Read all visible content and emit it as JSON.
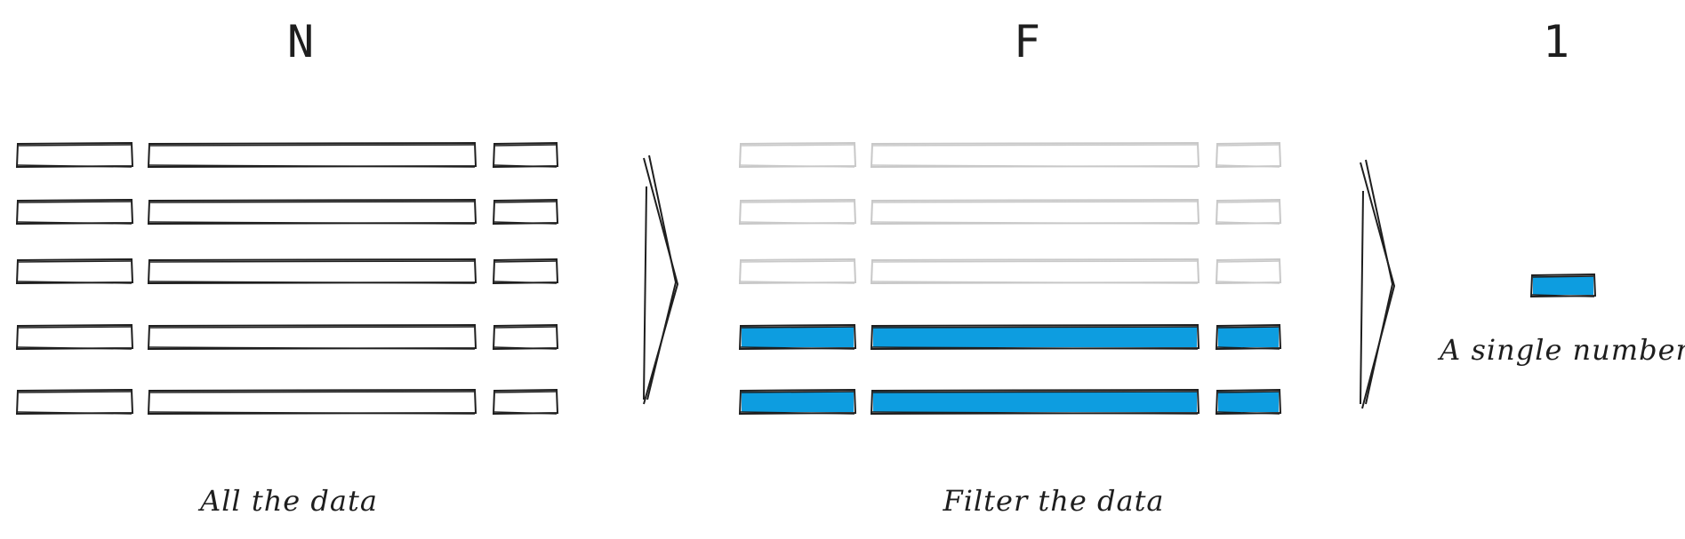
{
  "stages": [
    {
      "heading": "N",
      "caption": "All the data",
      "rows": 5,
      "highlighted_rows": 0,
      "faded_rows": 0
    },
    {
      "heading": "F",
      "caption": "Filter the data",
      "rows": 5,
      "highlighted_rows": 2,
      "faded_rows": 3
    },
    {
      "heading": "1",
      "caption": "A single number",
      "rows": 1,
      "highlighted_rows": 1
    }
  ],
  "colors": {
    "stroke": "#1e1e1e",
    "faded": "#c8c8c8",
    "highlight": "#0d9de0"
  }
}
